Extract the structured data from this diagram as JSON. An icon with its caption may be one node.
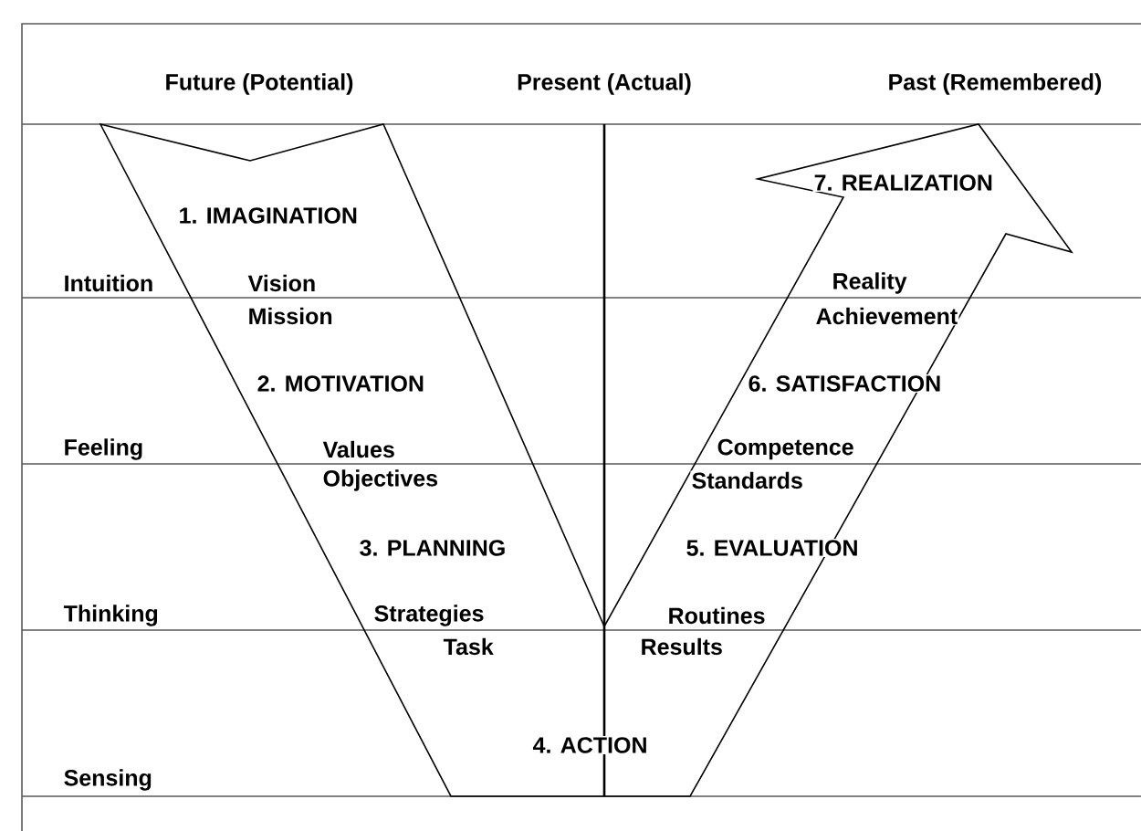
{
  "diagram": {
    "labels": [
      "Future (Potential)",
      "Present (Actual)",
      "Past (Remembered)",
      "7. REALIZATION",
      "1. IMAGINATION",
      "Intuition",
      "Vision",
      "Reality",
      "Mission",
      "Achievement",
      "2. MOTIVATION",
      "6. SATISFACTION",
      "Feeling",
      "Values",
      "Competence",
      "Objectives",
      "Standards",
      "3. PLANNING",
      "5. EVALUATION",
      "Thinking",
      "Strategies",
      "Routines",
      "Task",
      "Results",
      "4. ACTION",
      "Sensing"
    ]
  }
}
